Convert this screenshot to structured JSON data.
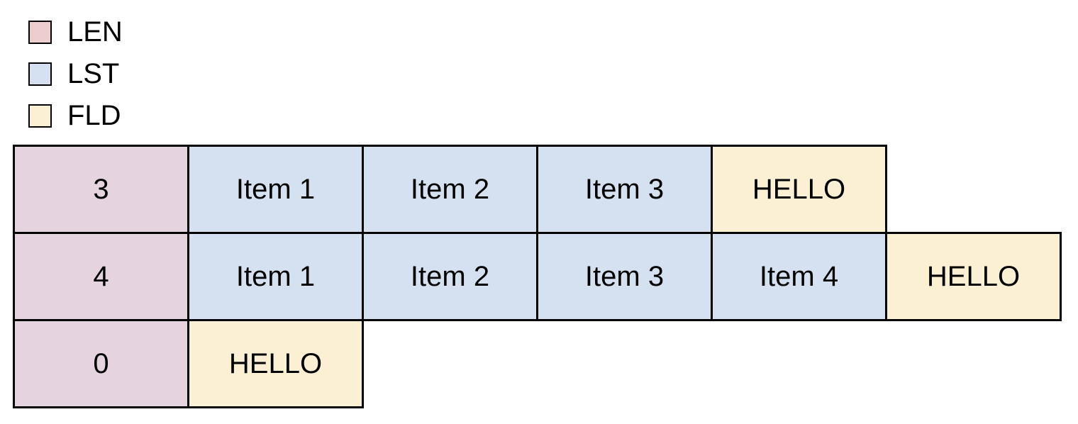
{
  "colors": {
    "legend_len": "#EECDCE",
    "len": "#E5D3DF",
    "lst": "#D5E1F1",
    "fld": "#FBF0D3",
    "border": "#000000",
    "background": "#FFFFFF"
  },
  "legend": {
    "items": [
      {
        "label": "LEN"
      },
      {
        "label": "LST"
      },
      {
        "label": "FLD"
      }
    ]
  },
  "grid": {
    "rows": [
      {
        "cells": [
          {
            "kind": "LEN",
            "text": "3"
          },
          {
            "kind": "LST",
            "text": "Item 1"
          },
          {
            "kind": "LST",
            "text": "Item 2"
          },
          {
            "kind": "LST",
            "text": "Item 3"
          },
          {
            "kind": "FLD",
            "text": "HELLO"
          }
        ]
      },
      {
        "cells": [
          {
            "kind": "LEN",
            "text": "4"
          },
          {
            "kind": "LST",
            "text": "Item 1"
          },
          {
            "kind": "LST",
            "text": "Item 2"
          },
          {
            "kind": "LST",
            "text": "Item 3"
          },
          {
            "kind": "LST",
            "text": "Item 4"
          },
          {
            "kind": "FLD",
            "text": "HELLO"
          }
        ]
      },
      {
        "cells": [
          {
            "kind": "LEN",
            "text": "0"
          },
          {
            "kind": "FLD",
            "text": "HELLO"
          }
        ]
      }
    ]
  }
}
